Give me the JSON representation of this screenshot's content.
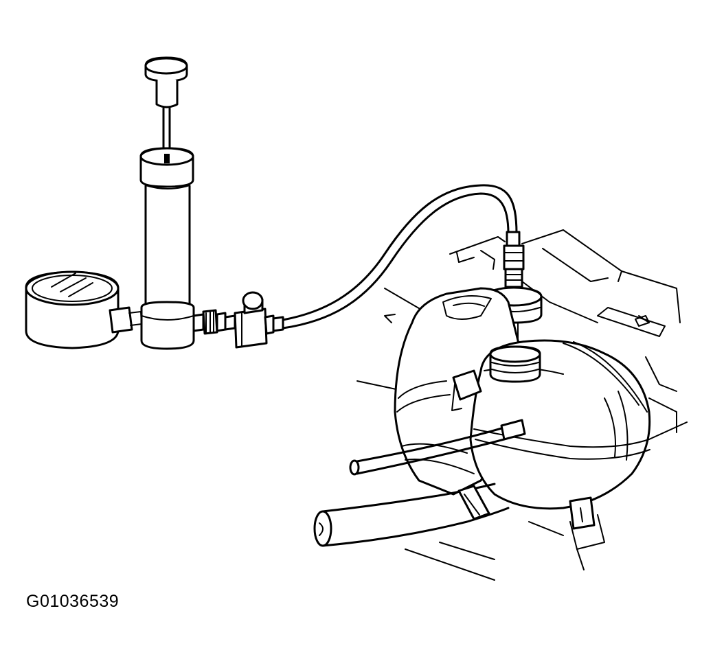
{
  "figure": {
    "id_label": "G01036539"
  },
  "parts": {
    "gauge": "pressure-gauge",
    "pump": "hand-pump",
    "valve": "release-valve",
    "hose": "tester-hose",
    "adapter": "cap-adapter",
    "reservoir": "coolant-reservoir"
  }
}
